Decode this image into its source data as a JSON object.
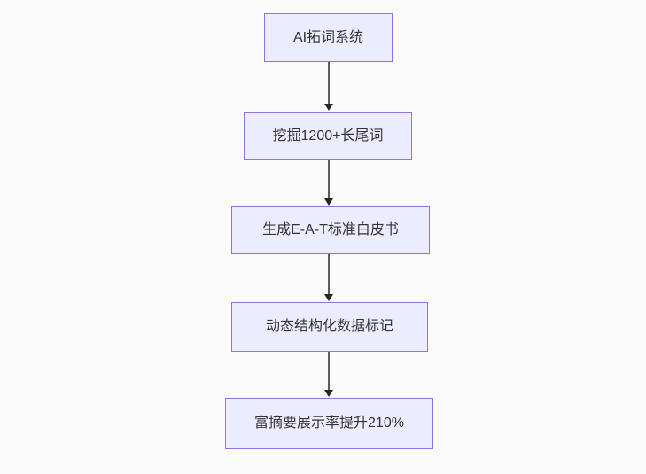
{
  "diagram": {
    "type": "flowchart",
    "direction": "top-down",
    "nodes": [
      {
        "id": "n1",
        "label": "AI拓词系统"
      },
      {
        "id": "n2",
        "label": "挖掘1200+长尾词"
      },
      {
        "id": "n3",
        "label": "生成E-A-T标准白皮书"
      },
      {
        "id": "n4",
        "label": "动态结构化数据标记"
      },
      {
        "id": "n5",
        "label": "富摘要展示率提升210%"
      }
    ],
    "edges": [
      {
        "from": "n1",
        "to": "n2"
      },
      {
        "from": "n2",
        "to": "n3"
      },
      {
        "from": "n3",
        "to": "n4"
      },
      {
        "from": "n4",
        "to": "n5"
      }
    ],
    "colors": {
      "background": "#fafafa",
      "node_fill": "#ececff",
      "node_border": "#9370db",
      "text": "#333333",
      "arrow_line": "#5c5c5c",
      "arrowhead": "#262626"
    }
  }
}
